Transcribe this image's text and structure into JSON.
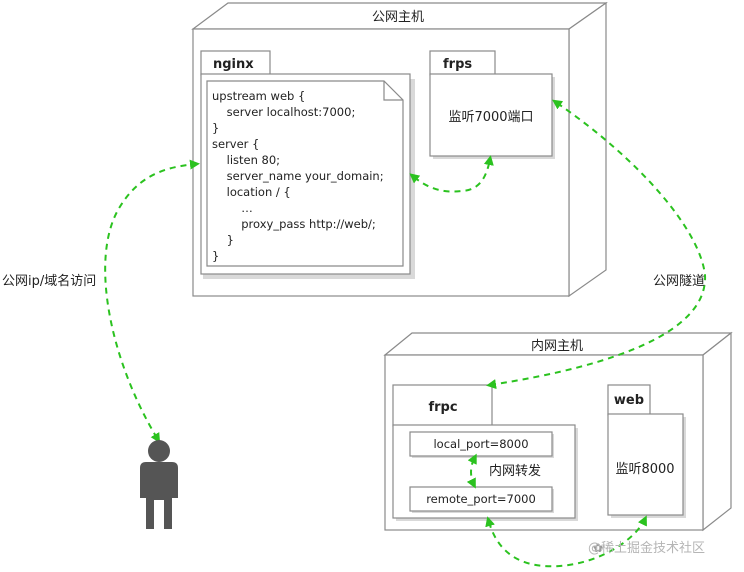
{
  "public_host": {
    "title": "公网主机",
    "nginx": {
      "label": "nginx",
      "code_lines": [
        "upstream web {",
        "    server localhost:7000;",
        "}",
        "server {",
        "    listen 80;",
        "    server_name your_domain;",
        "    location / {",
        "        …",
        "        proxy_pass http://web/;",
        "    }",
        "}"
      ]
    },
    "frps": {
      "label": "frps",
      "text": "监听7000端口"
    }
  },
  "private_host": {
    "title": "内网主机",
    "frpc": {
      "label": "frpc",
      "local_port": "local_port=8000",
      "remote_port": "remote_port=7000",
      "forward_label": "内网转发"
    },
    "web": {
      "label": "web",
      "text": "监听8000"
    }
  },
  "edges": {
    "public_access": "公网ip/域名访问",
    "tunnel": "公网隧道"
  },
  "watermark": "@稀土掘金技术社区",
  "colors": {
    "arrow": "#2bc21f",
    "border": "#8a8a8a",
    "person": "#555555"
  }
}
